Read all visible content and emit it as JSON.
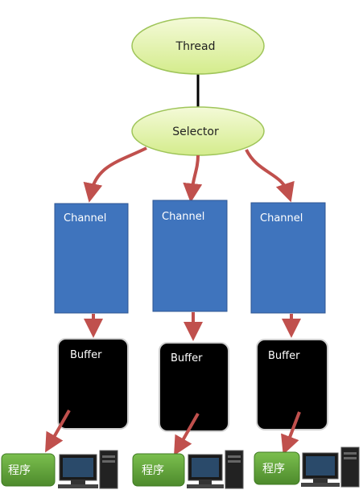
{
  "diagram": {
    "thread": {
      "label": "Thread"
    },
    "selector": {
      "label": "Selector"
    },
    "channels": [
      {
        "label": "Channel"
      },
      {
        "label": "Channel"
      },
      {
        "label": "Channel"
      }
    ],
    "buffers": [
      {
        "label": "Buffer"
      },
      {
        "label": "Buffer"
      },
      {
        "label": "Buffer"
      }
    ],
    "programs": [
      {
        "label": "程序"
      },
      {
        "label": "程序"
      },
      {
        "label": "程序"
      }
    ]
  },
  "colors": {
    "ellipse_fill": "#e6f3b4",
    "ellipse_stroke": "#9fc55a",
    "channel_fill": "#3f74bd",
    "channel_stroke": "#2c5592",
    "channel_text": "#ffffff",
    "buffer_fill": "#000000",
    "buffer_stroke": "#cfcfcf",
    "buffer_text": "#ffffff",
    "arrow": "#c0504d",
    "program_fill": "#5d9b3a",
    "program_text": "#ffffff",
    "connector": "#000000"
  }
}
